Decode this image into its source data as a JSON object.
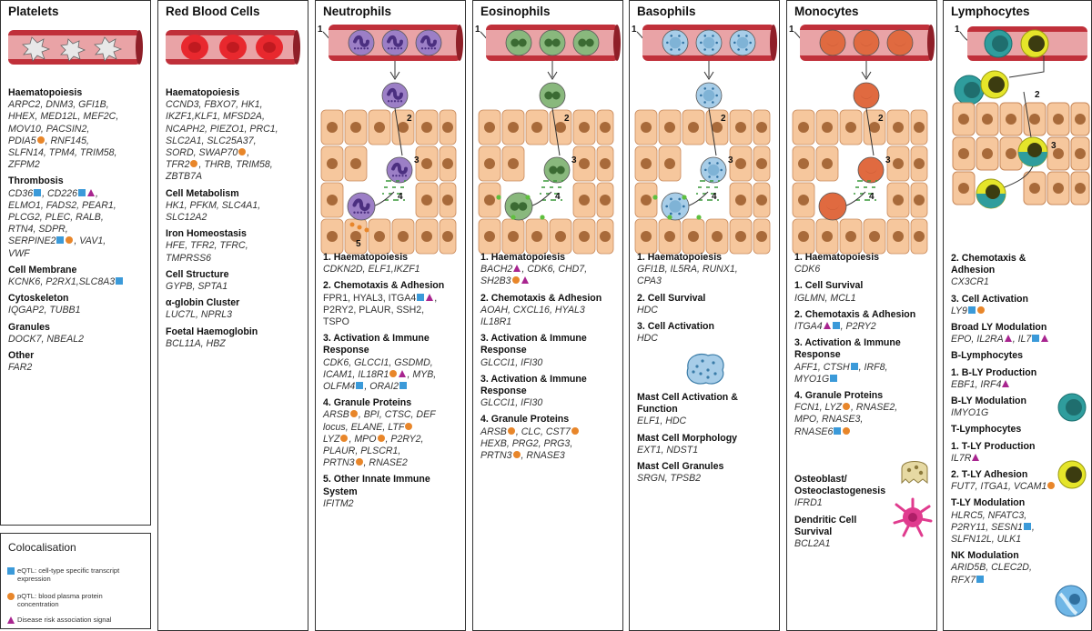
{
  "colors": {
    "vessel": "#c0303a",
    "vesselLight": "#e9a3a6",
    "tissue": "#f6c79d",
    "tissueEdge": "#c88a5c",
    "nucleus": "#a86a3a",
    "eqtl": "#3b9ad9",
    "pqtl": "#e8862a",
    "disease": "#a8258f",
    "neutro": "#9c7fc6",
    "eosino": "#89b87d",
    "baso": "#a7cde8",
    "mono": "#e06a40",
    "lymph": "#e5e52a",
    "teal": "#2f9d9d"
  },
  "steps": {
    "s1": "1",
    "s2": "2",
    "s3": "3",
    "s4": "4",
    "s5": "5"
  },
  "platelets": {
    "title": "Platelets",
    "sections": [
      {
        "h": "Haematopoiesis",
        "lines": [
          [
            {
              "t": "ARPC2, DNM3, GFI1B,"
            }
          ],
          [
            {
              "t": "HHEX, MED12L, MEF2C,"
            }
          ],
          [
            {
              "t": "MOV10, PACSIN2,"
            }
          ],
          [
            {
              "t": "PDIA5"
            },
            {
              "m": "ci"
            },
            {
              "t": ", RNF145,"
            }
          ],
          [
            {
              "t": "SLFN14, TPM4, TRIM58,"
            }
          ],
          [
            {
              "t": "ZFPM2"
            }
          ]
        ]
      },
      {
        "h": "Thrombosis",
        "lines": [
          [
            {
              "t": "CD36"
            },
            {
              "m": "sq"
            },
            {
              "t": ", CD226"
            },
            {
              "m": "sq"
            },
            {
              "m": "tr"
            },
            {
              "t": ","
            }
          ],
          [
            {
              "t": "ELMO1, FADS2, PEAR1,"
            }
          ],
          [
            {
              "t": "PLCG2, PLEC, RALB,"
            }
          ],
          [
            {
              "t": "RTN4, SDPR,"
            }
          ],
          [
            {
              "t": "SERPINE2"
            },
            {
              "m": "sq"
            },
            {
              "m": "ci"
            },
            {
              "t": ", VAV1,"
            }
          ],
          [
            {
              "t": "VWF"
            }
          ]
        ]
      },
      {
        "h": "Cell Membrane",
        "lines": [
          [
            {
              "t": "KCNK6, P2RX1,SLC8A3"
            },
            {
              "m": "sq"
            }
          ]
        ]
      },
      {
        "h": "Cytoskeleton",
        "lines": [
          [
            {
              "t": "IQGAP2, TUBB1"
            }
          ]
        ]
      },
      {
        "h": "Granules",
        "lines": [
          [
            {
              "t": "DOCK7, NBEAL2"
            }
          ]
        ]
      },
      {
        "h": "Other",
        "lines": [
          [
            {
              "t": "FAR2"
            }
          ]
        ]
      }
    ]
  },
  "rbc": {
    "title": "Red Blood Cells",
    "sections": [
      {
        "h": "Haematopoiesis",
        "lines": [
          [
            {
              "t": "CCND3, FBXO7, HK1,"
            }
          ],
          [
            {
              "t": "IKZF1,KLF1, MFSD2A,"
            }
          ],
          [
            {
              "t": "NCAPH2, PIEZO1, PRC1,"
            }
          ],
          [
            {
              "t": "SLC2A1, SLC25A37,"
            }
          ],
          [
            {
              "t": "SORD, SWAP70"
            },
            {
              "m": "ci"
            },
            {
              "t": ","
            }
          ],
          [
            {
              "t": "TFR2"
            },
            {
              "m": "ci"
            },
            {
              "t": ", THRB, TRIM58,"
            }
          ],
          [
            {
              "t": "ZBTB7A"
            }
          ]
        ]
      },
      {
        "h": "Cell Metabolism",
        "lines": [
          [
            {
              "t": "HK1, PFKM, SLC4A1,"
            }
          ],
          [
            {
              "t": "SLC12A2"
            }
          ]
        ]
      },
      {
        "h": "Iron Homeostasis",
        "lines": [
          [
            {
              "t": "HFE, TFR2, TFRC,"
            }
          ],
          [
            {
              "t": "TMPRSS6"
            }
          ]
        ]
      },
      {
        "h": "Cell Structure",
        "lines": [
          [
            {
              "t": "GYPB, SPTA1"
            }
          ]
        ]
      },
      {
        "h": "α-globin Cluster",
        "lines": [
          [
            {
              "t": "LUC7L, NPRL3"
            }
          ]
        ]
      },
      {
        "h": "Foetal Haemoglobin",
        "lines": [
          [
            {
              "t": "BCL11A, HBZ"
            }
          ]
        ]
      }
    ]
  },
  "neutrophils": {
    "title": "Neutrophils",
    "sections": [
      {
        "h": "1. Haematopoiesis",
        "lines": [
          [
            {
              "t": "CDKN2D, ELF1,IKZF1"
            }
          ]
        ]
      },
      {
        "h": "2. Chemotaxis & Adhesion",
        "up": true,
        "lines": [
          [
            {
              "t": "FPR1, HYAL3, ITGA4"
            },
            {
              "m": "sq"
            },
            {
              "m": "tr"
            },
            {
              "t": ","
            }
          ],
          [
            {
              "t": "P2RY2, PLAUR, SSH2,"
            }
          ],
          [
            {
              "t": "TSPO"
            }
          ]
        ]
      },
      {
        "h": "3. Activation & Immune Response",
        "lines": [
          [
            {
              "t": "CDK6, GLCCI1, GSDMD,"
            }
          ],
          [
            {
              "t": "ICAM1, IL18R1"
            },
            {
              "m": "ci"
            },
            {
              "m": "tr"
            },
            {
              "t": ", MYB,"
            }
          ],
          [
            {
              "t": "OLFM4"
            },
            {
              "m": "sq"
            },
            {
              "t": ", ORAI2"
            },
            {
              "m": "sq"
            }
          ]
        ]
      },
      {
        "h": "4. Granule Proteins",
        "lines": [
          [
            {
              "t": "ARSB"
            },
            {
              "m": "ci"
            },
            {
              "t": ", BPI, CTSC, DEF"
            }
          ],
          [
            {
              "t": "locus, ELANE, LTF"
            },
            {
              "m": "ci"
            }
          ],
          [
            {
              "t": "LYZ"
            },
            {
              "m": "ci"
            },
            {
              "t": ", MPO"
            },
            {
              "m": "ci"
            },
            {
              "t": ", P2RY2,"
            }
          ],
          [
            {
              "t": "PLAUR, PLSCR1,"
            }
          ],
          [
            {
              "t": "PRTN3"
            },
            {
              "m": "ci"
            },
            {
              "t": ", RNASE2"
            }
          ]
        ]
      },
      {
        "h": "5. Other Innate Immune System",
        "lines": [
          [
            {
              "t": "IFITM2"
            }
          ]
        ]
      }
    ]
  },
  "eosinophils": {
    "title": "Eosinophils",
    "sections": [
      {
        "h": "1. Haematopoiesis",
        "lines": [
          [
            {
              "t": "BACH2"
            },
            {
              "m": "tr"
            },
            {
              "t": ", CDK6, CHD7,"
            }
          ],
          [
            {
              "t": "SH2B3"
            },
            {
              "m": "ci"
            },
            {
              "m": "tr"
            }
          ]
        ]
      },
      {
        "h": "2. Chemotaxis & Adhesion",
        "lines": [
          [
            {
              "t": "AOAH, CXCL16, HYAL3"
            }
          ],
          [
            {
              "t": "IL18R1"
            }
          ]
        ]
      },
      {
        "h": "3. Activation & Immune Response",
        "lines": [
          [
            {
              "t": "GLCCI1, IFI30"
            }
          ]
        ]
      },
      {
        "h": "3. Activation & Immune Response",
        "lines": [
          [
            {
              "t": "GLCCI1, IFI30"
            }
          ]
        ]
      },
      {
        "h": "4. Granule Proteins",
        "lines": [
          [
            {
              "t": "ARSB"
            },
            {
              "m": "ci"
            },
            {
              "t": ", CLC, CST7"
            },
            {
              "m": "ci"
            }
          ],
          [
            {
              "t": "HEXB, PRG2, PRG3,"
            }
          ],
          [
            {
              "t": "PRTN3"
            },
            {
              "m": "ci"
            },
            {
              "t": ", RNASE3"
            }
          ]
        ]
      }
    ]
  },
  "basophils": {
    "title": "Basophils",
    "sections": [
      {
        "h": "1. Haematopoiesis",
        "lines": [
          [
            {
              "t": "GFI1B, IL5RA, RUNX1,"
            }
          ],
          [
            {
              "t": "CPA3"
            }
          ]
        ]
      },
      {
        "h": "2. Cell Survival",
        "lines": [
          [
            {
              "t": "HDC"
            }
          ]
        ]
      },
      {
        "h": "3. Cell Activation",
        "lines": [
          [
            {
              "t": "HDC"
            }
          ]
        ]
      }
    ],
    "sections2": [
      {
        "h": "Mast Cell Activation & Function",
        "lines": [
          [
            {
              "t": "ELF1, HDC"
            }
          ]
        ]
      },
      {
        "h": "Mast Cell Morphology",
        "lines": [
          [
            {
              "t": "EXT1, NDST1"
            }
          ]
        ]
      },
      {
        "h": "Mast Cell Granules",
        "lines": [
          [
            {
              "t": "SRGN, TPSB2"
            }
          ]
        ]
      }
    ]
  },
  "monocytes": {
    "title": "Monocytes",
    "sections": [
      {
        "h": "1. Haematopoiesis",
        "lines": [
          [
            {
              "t": "CDK6"
            }
          ]
        ]
      },
      {
        "h": "1. Cell Survival",
        "lines": [
          [
            {
              "t": "IGLMN, MCL1"
            }
          ]
        ]
      },
      {
        "h": "2. Chemotaxis & Adhesion",
        "lines": [
          [
            {
              "t": "ITGA4"
            },
            {
              "m": "tr"
            },
            {
              "m": "sq"
            },
            {
              "t": ", P2RY2"
            }
          ]
        ]
      },
      {
        "h": "3. Activation & Immune Response",
        "lines": [
          [
            {
              "t": "AFF1, CTSH"
            },
            {
              "m": "sq"
            },
            {
              "t": ", IRF8,"
            }
          ],
          [
            {
              "t": "MYO1G"
            },
            {
              "m": "sq"
            }
          ]
        ]
      },
      {
        "h": "4. Granule Proteins",
        "lines": [
          [
            {
              "t": "FCN1, LYZ"
            },
            {
              "m": "ci"
            },
            {
              "t": ", RNASE2,"
            }
          ],
          [
            {
              "t": "MPO, RNASE3,"
            }
          ],
          [
            {
              "t": "RNASE6"
            },
            {
              "m": "sq"
            },
            {
              "m": "ci"
            }
          ]
        ]
      }
    ],
    "sections2": [
      {
        "h": "Osteoblast/ Osteoclastogenesis",
        "lines": [
          [
            {
              "t": "IFRD1"
            }
          ]
        ]
      },
      {
        "h": "Dendritic Cell Survival",
        "lines": [
          [
            {
              "t": "BCL2A1"
            }
          ]
        ]
      }
    ]
  },
  "lymphocytes": {
    "title": "Lymphocytes",
    "sections": [
      {
        "h": "2. Chemotaxis & Adhesion",
        "lines": [
          [
            {
              "t": "CX3CR1"
            }
          ]
        ]
      },
      {
        "h": "3. Cell Activation",
        "lines": [
          [
            {
              "t": "LY9"
            },
            {
              "m": "sq"
            },
            {
              "m": "ci"
            }
          ]
        ]
      },
      {
        "h": "Broad LY Modulation",
        "lines": [
          [
            {
              "t": "EPO, IL2RA"
            },
            {
              "m": "tr"
            },
            {
              "t": ", IL7"
            },
            {
              "m": "sq"
            },
            {
              "m": "tr"
            }
          ]
        ]
      },
      {
        "h": "B-Lymphocytes",
        "lines": []
      },
      {
        "h": "1. B-LY Production",
        "lines": [
          [
            {
              "t": "EBF1, IRF4"
            },
            {
              "m": "tr"
            }
          ]
        ]
      },
      {
        "h": "B-LY Modulation",
        "lines": [
          [
            {
              "t": "IMYO1G"
            }
          ]
        ]
      },
      {
        "h": "T-Lymphocytes",
        "lines": []
      },
      {
        "h": "1. T-LY Production",
        "lines": [
          [
            {
              "t": "IL7R"
            },
            {
              "m": "tr"
            }
          ]
        ]
      },
      {
        "h": "2. T-LY Adhesion",
        "lines": [
          [
            {
              "t": "FUT7, ITGA1, VCAM1"
            },
            {
              "m": "ci"
            }
          ]
        ]
      },
      {
        "h": "T-LY Modulation",
        "lines": [
          [
            {
              "t": "HLRC5, NFATC3,"
            }
          ],
          [
            {
              "t": "P2RY11, SESN1"
            },
            {
              "m": "sq"
            },
            {
              "t": ","
            }
          ],
          [
            {
              "t": "SLFN12L, ULK1"
            }
          ]
        ]
      },
      {
        "h": "NK Modulation",
        "lines": [
          [
            {
              "t": "ARID5B, CLEC2D,"
            }
          ],
          [
            {
              "t": "RFX7"
            },
            {
              "m": "sq"
            }
          ]
        ]
      }
    ]
  },
  "legend": {
    "title": "Colocalisation",
    "eqtl": "eQTL: cell-type specific transcript expression",
    "pqtl": "pQTL: blood plasma protein concentration",
    "disease": "Disease risk association signal"
  }
}
